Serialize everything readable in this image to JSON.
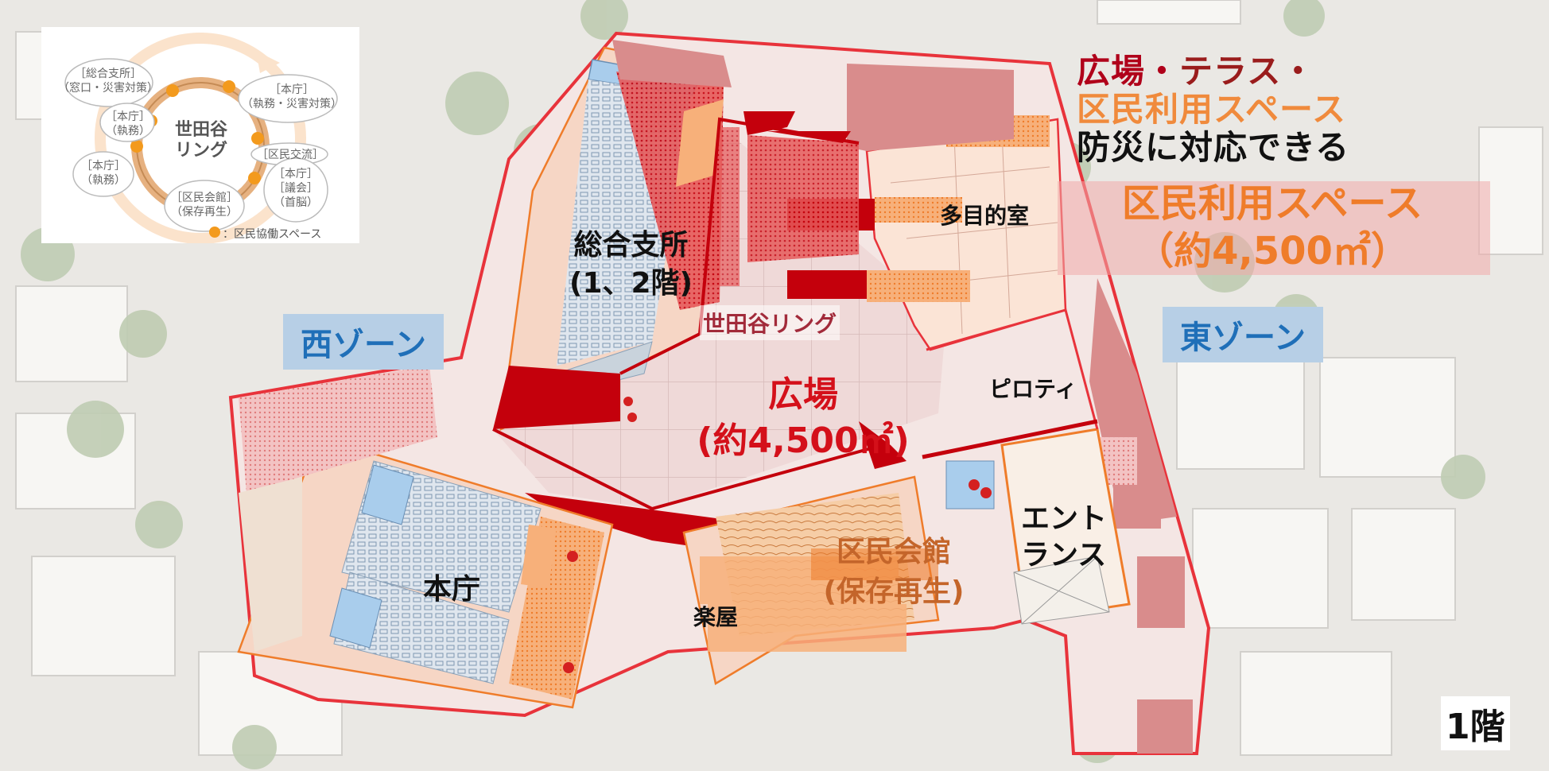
{
  "ring_diagram": {
    "center": [
      "世田谷",
      "リング"
    ],
    "labels": [
      [
        "［総合支所］",
        "（窓口・災害対策）"
      ],
      [
        "［本庁］",
        "（執務）"
      ],
      [
        "［本庁］",
        "（執務・災害対策）"
      ],
      [
        "［区民交流］"
      ],
      [
        "［本庁］",
        "［議会］",
        "（首脳）"
      ],
      [
        "［本庁］",
        "（執務）"
      ],
      [
        "［区民会館］",
        "（保存再生）"
      ]
    ],
    "legend_text": "：区民協働スペース"
  },
  "legend": {
    "line1_red": "広場",
    "line1_dot": "・",
    "line1_rest": "テラス・",
    "line2": "区民利用スペース",
    "line3": "防災に対応できる"
  },
  "zones": {
    "west": "西ゾーン",
    "east": "東ゾーン"
  },
  "areas": {
    "sogo_shisho": [
      "総合支所",
      "(1、2階)"
    ],
    "setagaya_ring": "世田谷リング",
    "hiroba": [
      "広場",
      "(約4,500㎡)"
    ],
    "tamokuteki": "多目的室",
    "kumin_space": [
      "区民利用スペース",
      "（約4,500㎡）"
    ],
    "piloti": "ピロティ",
    "entrance": [
      "エント",
      "ランス"
    ],
    "kumin_kaikan": [
      "区民会館",
      "(保存再生)"
    ],
    "gakuya": "楽屋",
    "honcho": "本庁"
  },
  "floor": "1階",
  "colors": {
    "plaza_red": "#c4000c",
    "orange": "#f0883c",
    "office_blue": "#a9cdec",
    "zone_blue": "#1f6fb8",
    "zone_bg": "#b7cfe6",
    "boundary": "#e8333b"
  }
}
